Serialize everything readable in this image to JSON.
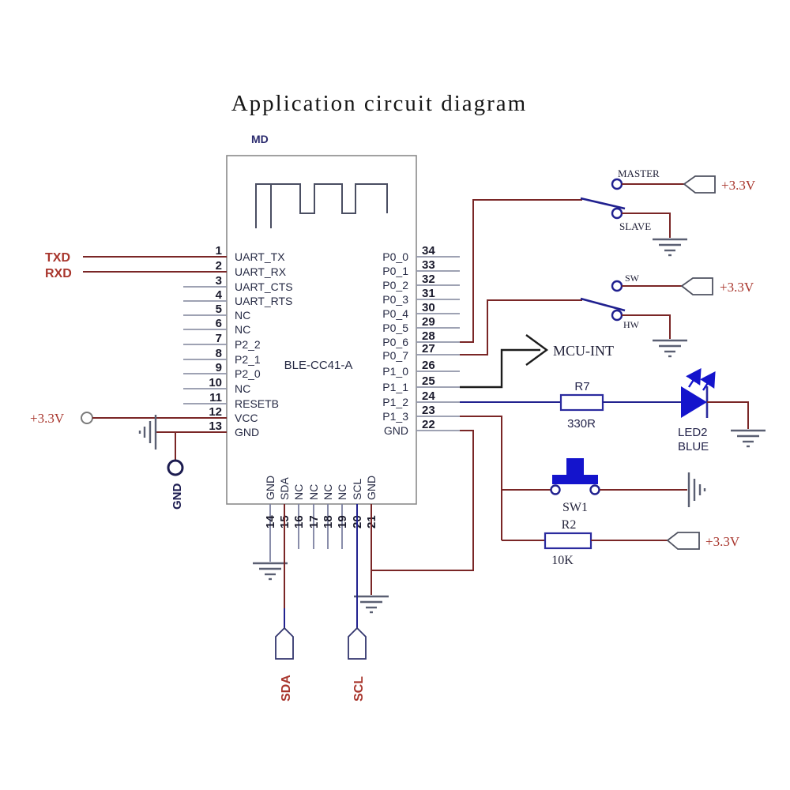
{
  "title": "Application circuit diagram",
  "colors": {
    "wire": "#7a2626",
    "wire2": "#22228f",
    "blue": "#1414cc",
    "comp": "#2b2b9e",
    "red": "#a8352c",
    "ink": "#262a44",
    "stub": "#9094a8",
    "gnd": "#5a5f72",
    "border": "#8a8a8a"
  },
  "ic": {
    "designator": "MD",
    "part": "BLE-CC41-A",
    "left_pins": [
      {
        "num": "1",
        "name": "UART_TX"
      },
      {
        "num": "2",
        "name": "UART_RX"
      },
      {
        "num": "3",
        "name": "UART_CTS"
      },
      {
        "num": "4",
        "name": "UART_RTS"
      },
      {
        "num": "5",
        "name": "NC"
      },
      {
        "num": "6",
        "name": "NC"
      },
      {
        "num": "7",
        "name": "P2_2"
      },
      {
        "num": "8",
        "name": "P2_1"
      },
      {
        "num": "9",
        "name": "P2_0"
      },
      {
        "num": "10",
        "name": "NC"
      },
      {
        "num": "11",
        "name": "RESETB"
      },
      {
        "num": "12",
        "name": "VCC"
      },
      {
        "num": "13",
        "name": "GND"
      }
    ],
    "right_pins": [
      {
        "num": "34",
        "name": "P0_0"
      },
      {
        "num": "33",
        "name": "P0_1"
      },
      {
        "num": "32",
        "name": "P0_2"
      },
      {
        "num": "31",
        "name": "P0_3"
      },
      {
        "num": "30",
        "name": "P0_4"
      },
      {
        "num": "29",
        "name": "P0_5"
      },
      {
        "num": "28",
        "name": "P0_6"
      },
      {
        "num": "27",
        "name": "P0_7"
      },
      {
        "num": "26",
        "name": "P1_0"
      },
      {
        "num": "25",
        "name": "P1_1"
      },
      {
        "num": "24",
        "name": "P1_2"
      },
      {
        "num": "23",
        "name": "P1_3"
      },
      {
        "num": "22",
        "name": "GND"
      }
    ],
    "bottom_pins": [
      {
        "num": "14",
        "name": "GND"
      },
      {
        "num": "15",
        "name": "SDA"
      },
      {
        "num": "16",
        "name": "NC"
      },
      {
        "num": "17",
        "name": "NC"
      },
      {
        "num": "18",
        "name": "NC"
      },
      {
        "num": "19",
        "name": "NC"
      },
      {
        "num": "20",
        "name": "SCL"
      },
      {
        "num": "21",
        "name": "GND"
      }
    ]
  },
  "io": {
    "txd": "TXD",
    "rxd": "RXD",
    "vcc_left": "+3.3V",
    "gnd_left": "GND"
  },
  "switches": {
    "mode": {
      "top": "MASTER",
      "bottom": "SLAVE",
      "supply": "+3.3V"
    },
    "config": {
      "top": "SW",
      "bottom": "HW",
      "supply": "+3.3V"
    }
  },
  "mcu_int": "MCU-INT",
  "led": {
    "resistor_ref": "R7",
    "resistor_value": "330R",
    "name": "LED2",
    "color_label": "BLUE"
  },
  "button": {
    "ref": "SW1"
  },
  "pullup": {
    "ref": "R2",
    "value": "10K",
    "supply": "+3.3V"
  },
  "i2c": {
    "sda": "SDA",
    "scl": "SCL"
  }
}
